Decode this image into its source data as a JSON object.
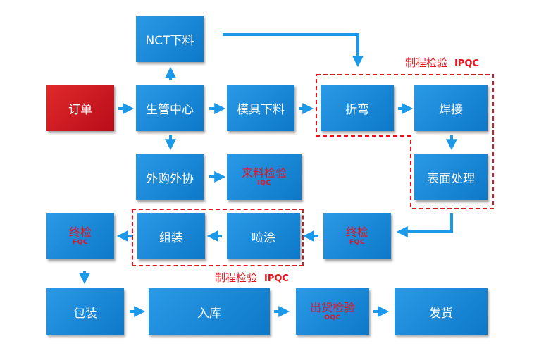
{
  "nodes": {
    "nct": "NCT下料",
    "order": "订单",
    "pmc": "生管中心",
    "mold_cut": "模具下料",
    "bend": "折弯",
    "weld": "焊接",
    "outsource": "外购外协",
    "iqc": {
      "main": "来料检验",
      "code": "IQC"
    },
    "surface": "表面处理",
    "fqc_top": {
      "main": "终检",
      "code": "FQC"
    },
    "spray": "喷涂",
    "assembly": "组装",
    "fqc_left": {
      "main": "终检",
      "code": "FQC"
    },
    "pack": "包装",
    "storage": "入库",
    "oqc": {
      "main": "出货检验",
      "code": "OQC"
    },
    "ship": "发货"
  },
  "ipqc_labels": [
    {
      "text": "制程检验",
      "code": "IPQC"
    },
    {
      "text": "制程检验",
      "code": "IPQC"
    }
  ],
  "colors": {
    "box_blue": "#1488d8",
    "box_red": "#c8101e",
    "arrow": "#1a9ae8",
    "dash_red": "#e8121c"
  }
}
